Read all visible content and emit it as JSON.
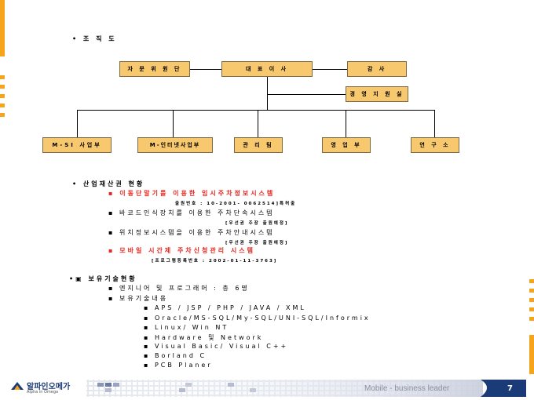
{
  "section_title": "조 직 도",
  "org": {
    "advisory": "자 문 위 원 단",
    "ceo": "대 표 이 사",
    "auditor": "감 사",
    "board": "경 영 지 원 실",
    "dept1": "M-SI 사업부",
    "dept2": "M-인터넷사업부",
    "dept3": "관 리 팀",
    "dept4": "영 업 부",
    "dept5": "연 구 소"
  },
  "ip": {
    "heading": "산업재산권 현황",
    "items": [
      {
        "text": "이동단말기를 이용한 임시주차정보시스템",
        "highlight": true
      },
      {
        "note": "출원번호 : 10-2001- 0062514]특허출"
      },
      {
        "text": "바코드인식장치를 이용한 주차단속시스템",
        "highlight": false
      },
      {
        "note": "[우선권 주장 출원예정]"
      },
      {
        "text": "위치정보시스템을 이용한 주차안내시스템",
        "highlight": false
      },
      {
        "note": "[우선권 주장 출원예정]"
      },
      {
        "text": "모바일 시간제 주차신청관리 시스템",
        "highlight": true
      },
      {
        "note": "[프로그램등록번호 : 2002-01-11-3763]"
      }
    ]
  },
  "tech": {
    "heading": "보유기술현황",
    "engineers": "엔지니어 및 프로그래머 : 총 6명",
    "contents_label": "보유기술내용",
    "list": [
      "APS / JSP / PHP / JAVA / XML",
      "Oracle/MS-SQL/My-SQL/UNI-SQL/Informix",
      "Linux/ Win NT",
      "Hardware 및 Network",
      "Visual Basic/ Visual C++",
      "Borland C",
      "PCB Planer"
    ]
  },
  "footer": {
    "logo_text": "알파인오메가",
    "logo_sub": "Alpha in Omega",
    "slogan": "Mobile - business leader",
    "page_number": "7"
  },
  "colors": {
    "accent": "#f7a41d",
    "box": "#f7c86e",
    "highlight": "#e8261f",
    "footer_navy": "#1b3a78"
  }
}
